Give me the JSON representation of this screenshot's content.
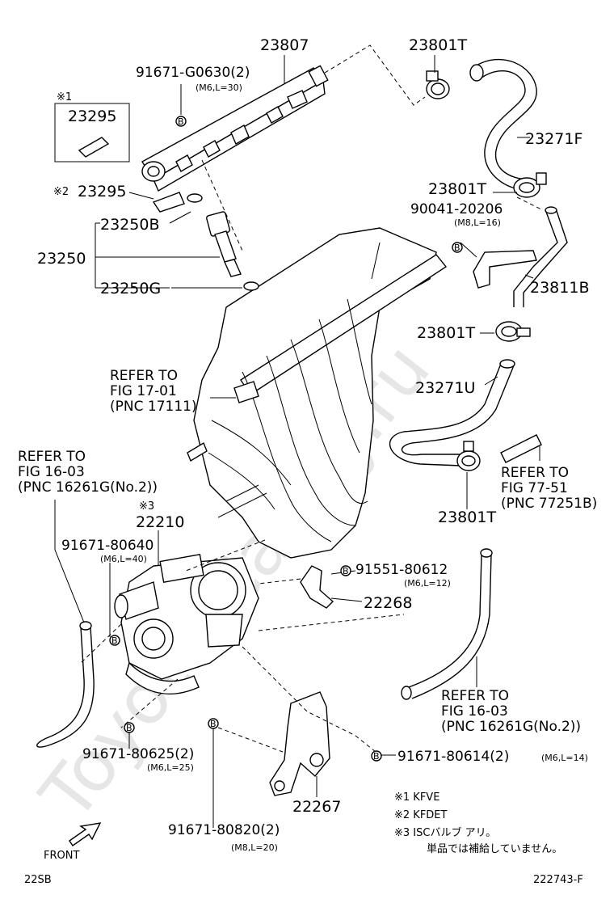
{
  "watermark": "Toyota-Camry.ru",
  "parts": {
    "p23807": "23807",
    "p23801T_a": "23801T",
    "p91671_G0630": "91671-G0630(2)",
    "p91671_G0630_spec": "(M6,L=30)",
    "note1_mark": "※1",
    "p23295_boxed": "23295",
    "p23271F": "23271F",
    "note2_mark": "※2",
    "p23295_b": "23295",
    "p23801T_b": "23801T",
    "p90041_20206": "90041-20206",
    "p90041_20206_spec": "(M8,L=16)",
    "p23250B": "23250B",
    "p23250": "23250",
    "p23811B": "23811B",
    "p23250G": "23250G",
    "p23801T_c": "23801T",
    "p23271U": "23271U",
    "p23801T_d": "23801T",
    "note3_mark": "※3",
    "p22210": "22210",
    "p91671_80640": "91671-80640",
    "p91671_80640_spec": "(M6,L=40)",
    "p91551_80612": "91551-80612",
    "p91551_80612_spec": "(M6,L=12)",
    "p22268": "22268",
    "p91671_80625": "91671-80625(2)",
    "p91671_80625_spec": "(M6,L=25)",
    "p91671_80614": "91671-80614(2)",
    "p91671_80614_spec": "(M6,L=14)",
    "p22267": "22267",
    "p91671_80820": "91671-80820(2)",
    "p91671_80820_spec": "(M8,L=20)",
    "bolt_mark": "B"
  },
  "refs": {
    "r17": [
      "REFER TO",
      "FIG 17-01",
      "(PNC 17111)"
    ],
    "r16a": [
      "REFER TO",
      "FIG 16-03",
      "(PNC 16261G(No.2))"
    ],
    "r77": [
      "REFER TO",
      "FIG 77-51",
      "(PNC 77251B)"
    ],
    "r16b": [
      "REFER TO",
      "FIG 16-03",
      "(PNC 16261G(No.2))"
    ]
  },
  "notes": {
    "n1": "※1 KFVE",
    "n2": "※2 KFDET",
    "n3": "※3 ISCバルブ アリ。",
    "n3b": "単品では補給していません。"
  },
  "front_label": "FRONT",
  "footer": {
    "left": "22SB",
    "right": "222743-F"
  }
}
